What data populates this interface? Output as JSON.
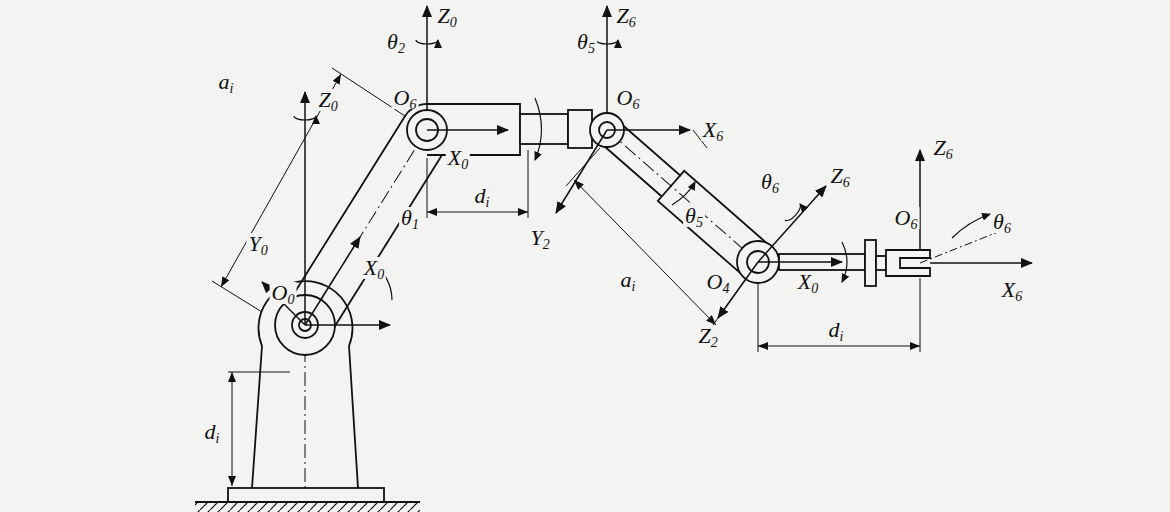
{
  "diagram": {
    "labels": [
      "θ2",
      "Z0",
      "θ5",
      "Z6",
      "ai",
      "O6",
      "O6",
      "Z0",
      "X0",
      "X6",
      "Y0",
      "θ1",
      "di",
      "Y2",
      "θ5",
      "θ6",
      "Z6",
      "Z6",
      "X0",
      "O0",
      "O6",
      "θ6",
      "X0",
      "X6",
      "O4",
      "ai",
      "Z2",
      "di",
      "di"
    ]
  }
}
